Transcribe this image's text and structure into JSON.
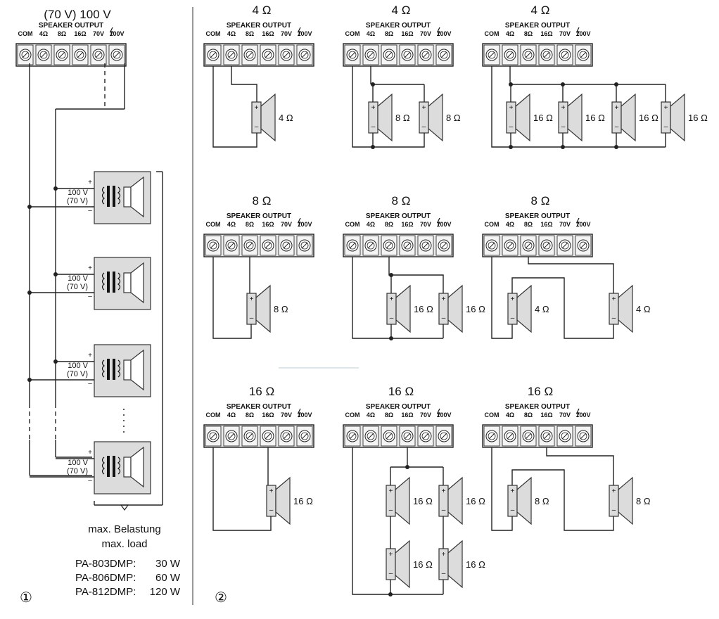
{
  "terminal": {
    "header": "SPEAKER OUTPUT",
    "labels": [
      "COM",
      "4Ω",
      "8Ω",
      "16Ω",
      "70V",
      "100V"
    ]
  },
  "left_panel": {
    "title": "(70 V) 100 V",
    "speaker_label_100": "100 V",
    "speaker_label_70": "(70 V)",
    "plus": "+",
    "minus": "–",
    "load_title_de": "max. Belastung",
    "load_title_en": "max. load",
    "loads": [
      {
        "model": "PA-803DMP:",
        "power": "30 W"
      },
      {
        "model": "PA-806DMP:",
        "power": "60 W"
      },
      {
        "model": "PA-812DMP:",
        "power": "120 W"
      }
    ],
    "marker": "①"
  },
  "right_panel": {
    "marker": "②",
    "configs": [
      {
        "title": "4 Ω",
        "speakers": [
          "4 Ω"
        ]
      },
      {
        "title": "4 Ω",
        "speakers": [
          "8 Ω",
          "8 Ω"
        ]
      },
      {
        "title": "4 Ω",
        "speakers": [
          "16 Ω",
          "16 Ω",
          "16 Ω",
          "16 Ω"
        ]
      },
      {
        "title": "8 Ω",
        "speakers": [
          "8 Ω"
        ]
      },
      {
        "title": "8 Ω",
        "speakers": [
          "16 Ω",
          "16 Ω"
        ]
      },
      {
        "title": "8 Ω",
        "speakers": [
          "4 Ω",
          "4 Ω"
        ]
      },
      {
        "title": "16 Ω",
        "speakers": [
          "16 Ω"
        ]
      },
      {
        "title": "16 Ω",
        "speakers": [
          "16 Ω",
          "16 Ω",
          "16 Ω",
          "16 Ω"
        ]
      },
      {
        "title": "16 Ω",
        "speakers": [
          "8 Ω",
          "8 Ω"
        ]
      }
    ]
  },
  "icons": {
    "screw": "screw-terminal-icon",
    "speaker": "speaker-icon",
    "lightning": "lightning-icon"
  }
}
